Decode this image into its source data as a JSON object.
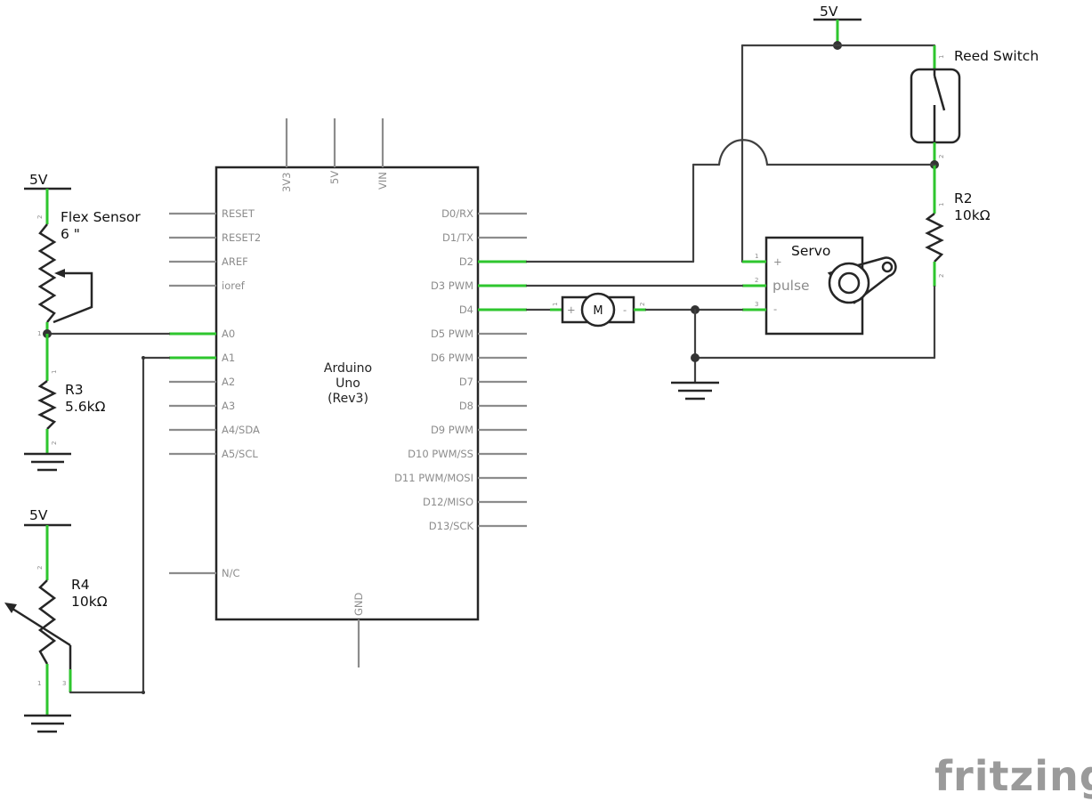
{
  "arduino": {
    "name_line1": "Arduino",
    "name_line2": "Uno",
    "name_line3": "(Rev3)",
    "top_pins": [
      "3V3",
      "5V",
      "VIN"
    ],
    "left_pins": [
      "RESET",
      "RESET2",
      "AREF",
      "ioref",
      "A0",
      "A1",
      "A2",
      "A3",
      "A4/SDA",
      "A5/SCL",
      "N/C"
    ],
    "right_pins": [
      "D0/RX",
      "D1/TX",
      "D2",
      "D3 PWM",
      "D4",
      "D5 PWM",
      "D6 PWM",
      "D7",
      "D8",
      "D9 PWM",
      "D10 PWM/SS",
      "D11 PWM/MOSI",
      "D12/MISO",
      "D13/SCK"
    ],
    "bottom_pin": "GND"
  },
  "components": {
    "flex_power": "5V",
    "flex_name": "Flex Sensor",
    "flex_size": "6 \"",
    "r3_name": "R3",
    "r3_value": "5.6kΩ",
    "r4_power": "5V",
    "r4_name": "R4",
    "r4_value": "10kΩ",
    "top_power": "5V",
    "reed_name": "Reed Switch",
    "r2_name": "R2",
    "r2_value": "10kΩ",
    "servo_name": "Servo",
    "servo_plus": "+",
    "servo_pulse": "pulse",
    "servo_minus": "-",
    "motor_label": "M",
    "motor_plus": "+",
    "motor_minus": "-"
  },
  "pin_numbers": {
    "one": "1",
    "two": "2",
    "three": "3"
  },
  "logo": "fritzing"
}
